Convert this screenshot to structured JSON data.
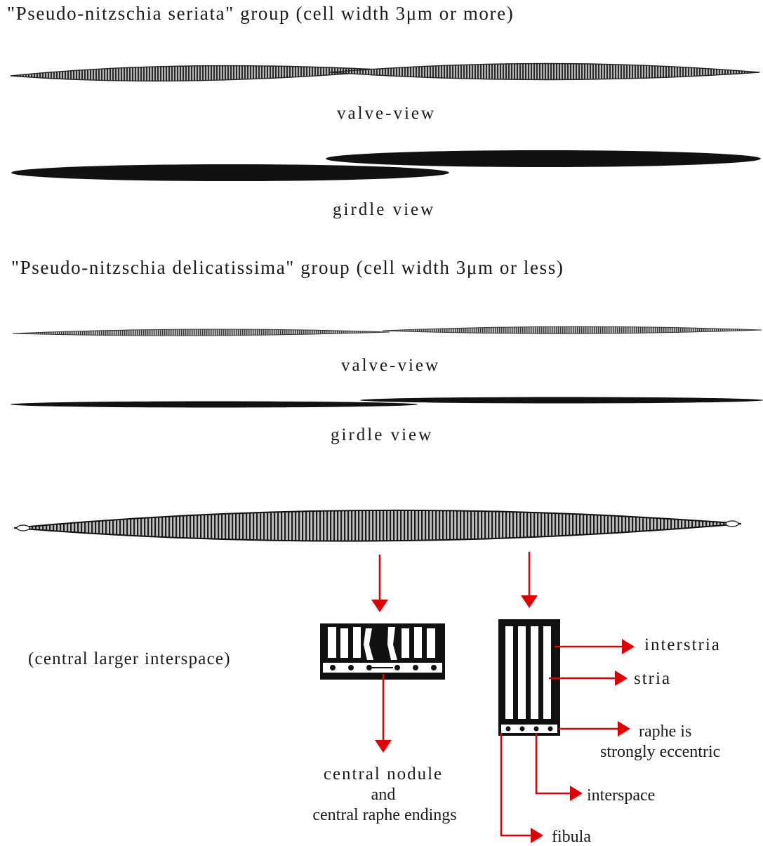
{
  "seriata": {
    "heading": "\"Pseudo-nitzschia seriata\" group (cell width 3μm or more)",
    "valve_label": "valve-view",
    "girdle_label": "girdle view"
  },
  "delicatissima": {
    "heading": "\"Pseudo-nitzschia delicatissima\" group (cell width 3μm or less)",
    "valve_label": "valve-view",
    "girdle_label": "girdle view"
  },
  "detail": {
    "central_interspace": "(central larger interspace)",
    "central_nodule": [
      "central nodule",
      "and",
      "central raphe endings"
    ],
    "interstria": "interstria",
    "stria": "stria",
    "raphe": [
      "raphe is",
      "strongly eccentric"
    ],
    "interspace": "interspace",
    "fibula": "fibula"
  },
  "colors": {
    "arrow": "#e00000",
    "cell": "#111111"
  }
}
